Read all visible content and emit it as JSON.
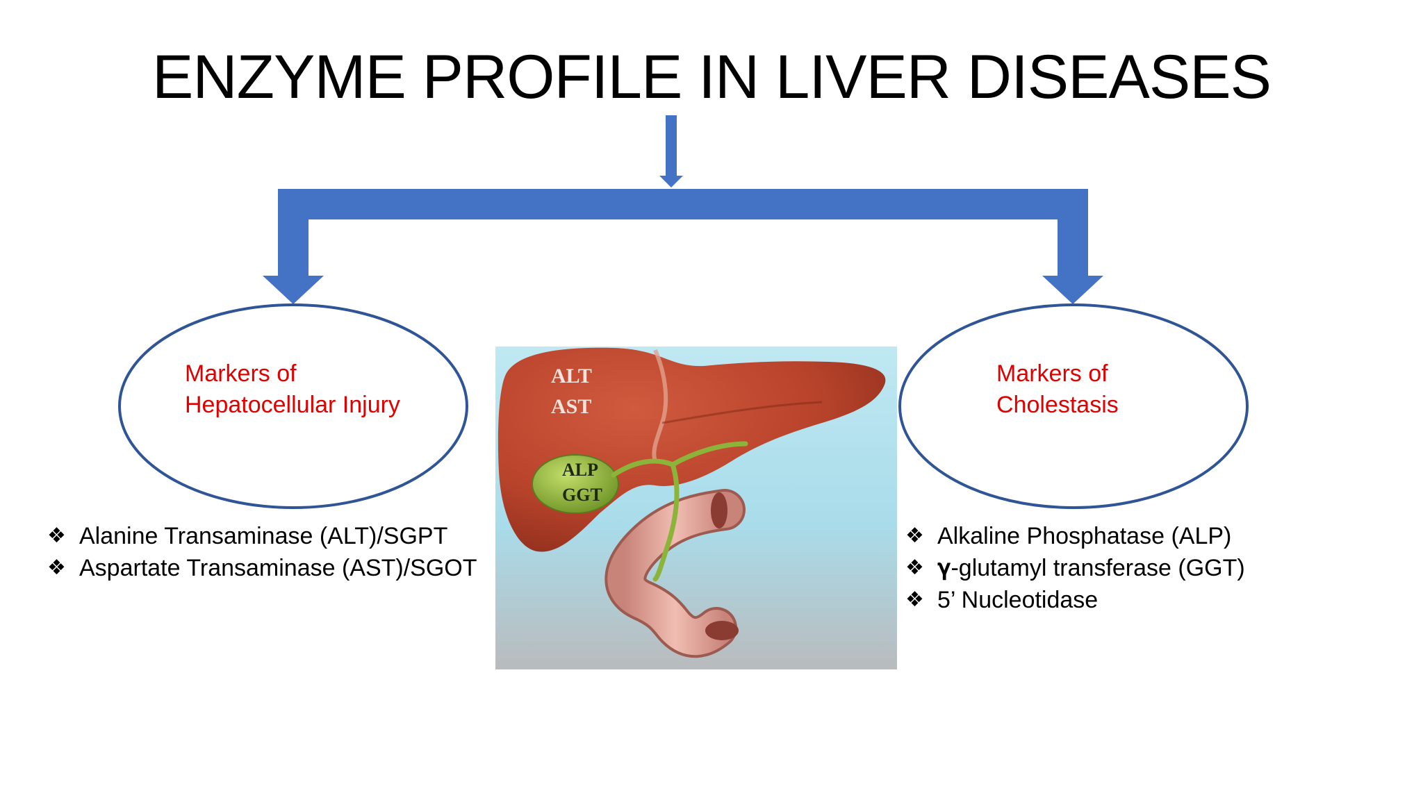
{
  "title": "ENZYME PROFILE IN LIVER DISEASES",
  "colors": {
    "arrow": "#4472C4",
    "ellipse_border": "#2F5597",
    "marker_text": "#E00000",
    "liver": "#B8432B",
    "gallbladder": "#8DB43A",
    "intestine": "#E2A59A",
    "image_bg_top": "#BFE8F2",
    "image_bg_bottom": "#B9BBBD"
  },
  "left_group": {
    "ellipse_label_line1": "Markers of",
    "ellipse_label_line2": "Hepatocellular Injury",
    "items": [
      "Alanine Transaminase (ALT)/SGPT",
      "Aspartate Transaminase (AST)/SGOT"
    ]
  },
  "right_group": {
    "ellipse_label_line1": "Markers of",
    "ellipse_label_line2": "Cholestasis",
    "items": [
      "Alkaline Phosphatase (ALP)",
      "𝛄-glutamyl transferase (GGT)",
      "5’ Nucleotidase"
    ]
  },
  "bullet_glyph": "❖",
  "image_labels": {
    "liver_1": "ALT",
    "liver_2": "AST",
    "gallbladder_1": "ALP",
    "gallbladder_2": "GGT"
  }
}
